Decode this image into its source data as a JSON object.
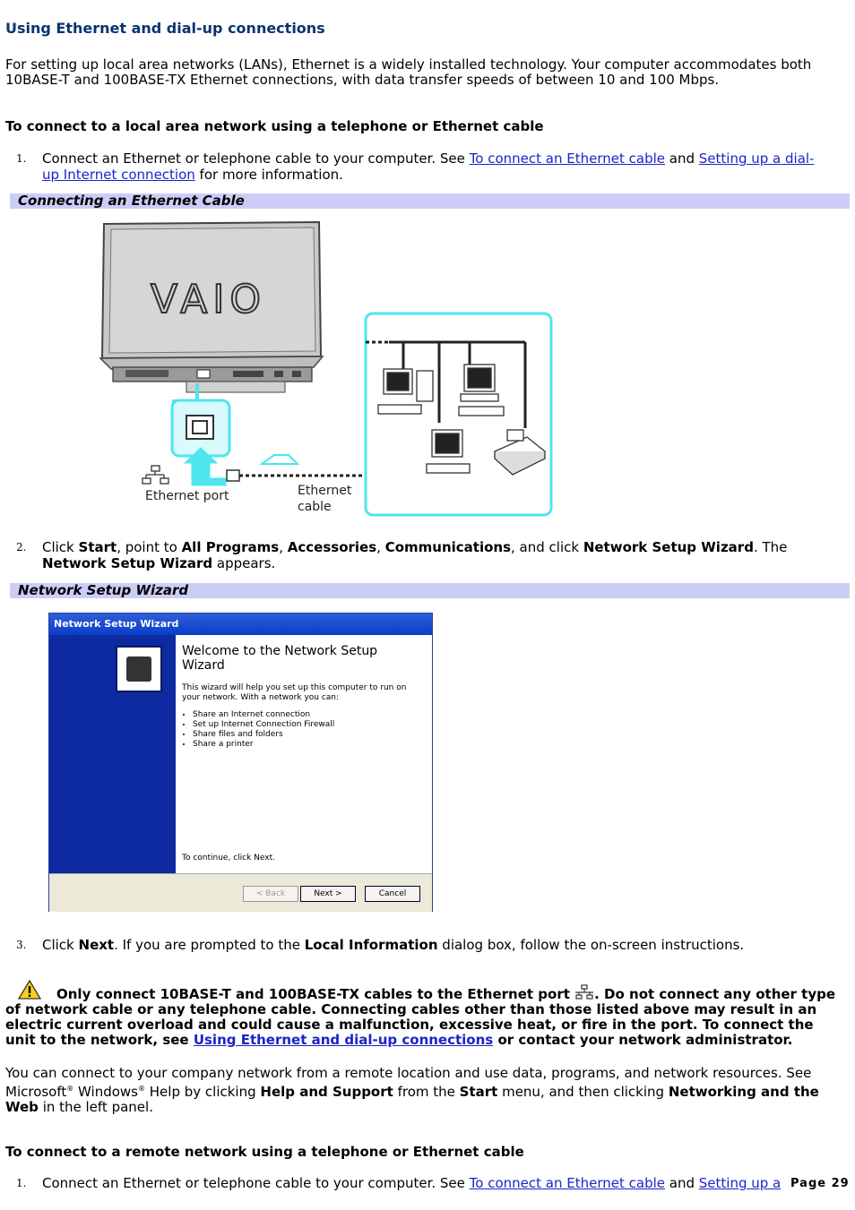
{
  "title": "Using Ethernet and dial-up connections",
  "intro": "For setting up local area networks (LANs), Ethernet is a widely installed technology. Your computer accommodates both 10BASE-T and 100BASE-TX Ethernet connections, with data transfer speeds of between 10 and 100 Mbps.",
  "section1": {
    "heading": "To connect to a local area network using a telephone or Ethernet cable",
    "step1": {
      "num": "1.",
      "pre": "Connect an Ethernet or telephone cable to your computer. See ",
      "link1": "To connect an Ethernet cable",
      "mid": " and ",
      "link2": "Setting up a dial-up Internet connection",
      "post": " for more information."
    },
    "figure1": {
      "caption": "Connecting an Ethernet Cable",
      "laptop_logo": "VAIO",
      "label_port": "Ethernet port",
      "label_cable_1": "Ethernet",
      "label_cable_2": "cable"
    },
    "step2": {
      "num": "2.",
      "t1": "Click ",
      "b1": "Start",
      "t2": ", point to ",
      "b2": "All Programs",
      "t3": ", ",
      "b3": "Accessories",
      "t4": ", ",
      "b4": "Communications",
      "t5": ", and click ",
      "b5": "Network Setup Wizard",
      "t6": ". The ",
      "b6": "Network Setup Wizard",
      "t7": " appears."
    },
    "figure2": {
      "caption": "Network Setup Wizard",
      "window_title": "Network Setup Wizard",
      "welcome": "Welcome to the Network Setup Wizard",
      "desc": "This wizard will help you set up this computer to run on your network. With a network you can:",
      "bullets": [
        "Share an Internet connection",
        "Set up Internet Connection Firewall",
        "Share files and folders",
        "Share a printer"
      ],
      "continue": "To continue, click Next.",
      "btn_back": "< Back",
      "btn_next": "Next >",
      "btn_cancel": "Cancel"
    },
    "step3": {
      "num": "3.",
      "t1": "Click ",
      "b1": "Next",
      "t2": ". If you are prompted to the ",
      "b2": "Local Information",
      "t3": " dialog box, follow the on-screen instructions."
    }
  },
  "warning": {
    "t1": "Only connect 10BASE-T and 100BASE-TX cables to the Ethernet port ",
    "t2": ". Do not connect any other type of network cable or any telephone cable. Connecting cables other than those listed above may result in an electric current overload and could cause a malfunction, excessive heat, or fire in the port. To connect the unit to the network, see ",
    "link": "Using Ethernet and dial-up connections",
    "t3": " or contact your network administrator."
  },
  "remote_para": {
    "t1": "You can connect to your company network from a remote location and use data, programs, and network resources. See Microsoft",
    "reg": "®",
    "t2": " Windows",
    "t3": " Help by clicking ",
    "b1": "Help and Support",
    "t4": " from the ",
    "b2": "Start",
    "t5": " menu, and then clicking ",
    "b3": "Networking and the Web",
    "t6": " in the left panel."
  },
  "section2": {
    "heading": "To connect to a remote network using a telephone or Ethernet cable",
    "step1": {
      "num": "1.",
      "pre": "Connect an Ethernet or telephone cable to your computer. See ",
      "link1": "To connect an Ethernet cable",
      "mid": " and ",
      "link2": "Setting up a"
    }
  },
  "page_label": "Page 29",
  "colors": {
    "title": "#0a3470",
    "link": "#1a24c8",
    "caption_bg": "#cccdf7",
    "accent_cyan": "#4de6ee",
    "wizard_blue": "#0d2aa0"
  }
}
